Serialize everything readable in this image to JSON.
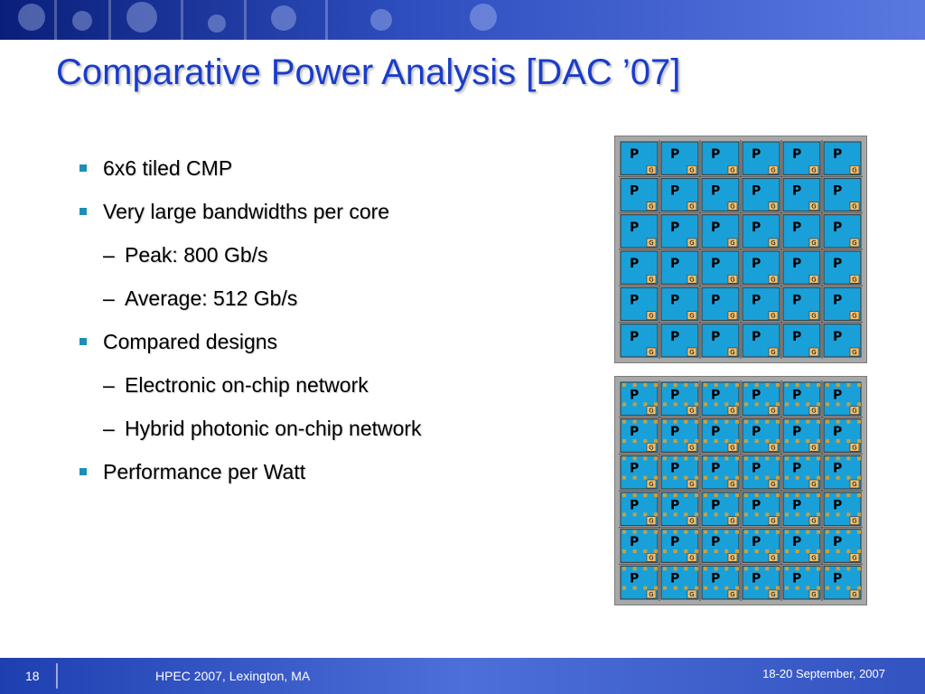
{
  "slide": {
    "title": "Comparative Power Analysis [DAC ’07]",
    "bullets": [
      {
        "level": 1,
        "text": "6x6 tiled CMP"
      },
      {
        "level": 1,
        "text": "Very large bandwidths per core"
      },
      {
        "level": 2,
        "text": "Peak: 800 Gb/s"
      },
      {
        "level": 2,
        "text": "Average: 512 Gb/s"
      },
      {
        "level": 1,
        "text": "Compared designs"
      },
      {
        "level": 2,
        "text": "Electronic on-chip network"
      },
      {
        "level": 2,
        "text": "Hybrid photonic on-chip network"
      },
      {
        "level": 1,
        "text": "Performance per Watt"
      }
    ],
    "dash": "–"
  },
  "figures": {
    "grid_rows": 6,
    "grid_cols": 6,
    "tile_label": "P",
    "gateway_label": "G",
    "colors": {
      "tile": "#1aa0d8",
      "gateway": "#f0c070",
      "frame": "#a8a8a8",
      "photonic": "#c8a040"
    }
  },
  "footer": {
    "slide_number": "18",
    "venue": "HPEC 2007, Lexington, MA",
    "date": "18-20 September, 2007"
  }
}
